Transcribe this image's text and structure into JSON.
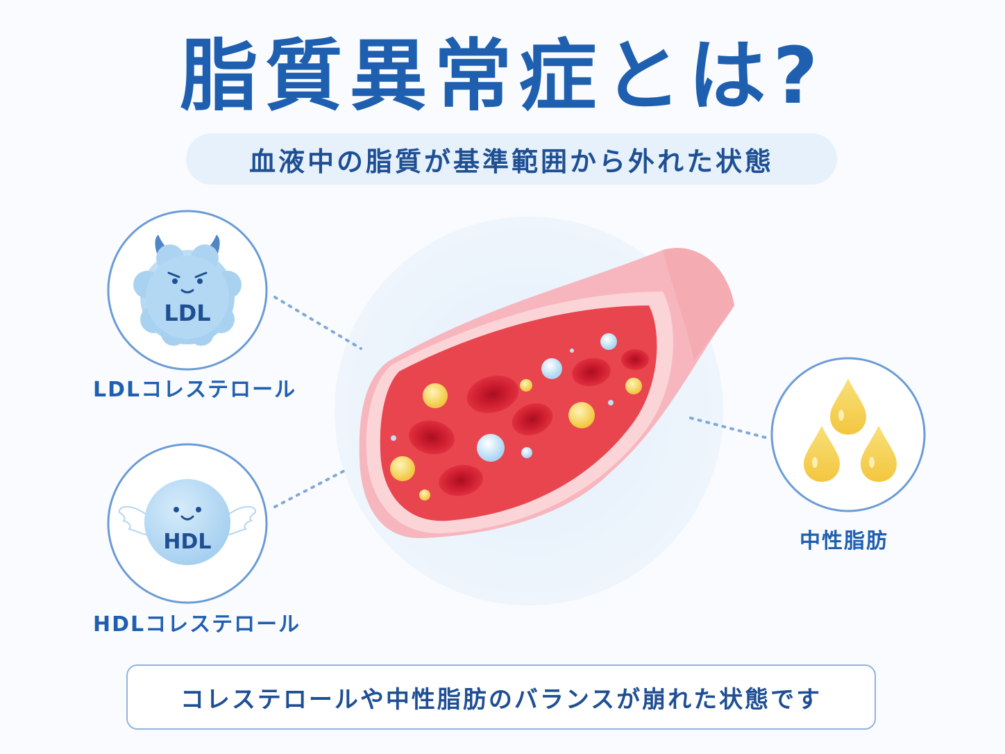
{
  "title": "脂質異常症とは?",
  "subtitle": "血液中の脂質が基準範囲から外れた状態",
  "ldl": {
    "badge_text": "LDL",
    "caption": "LDLコレステロール",
    "icon": "devil-cloud-icon"
  },
  "hdl": {
    "badge_text": "HDL",
    "caption": "HDLコレステロール",
    "icon": "angel-ball-icon"
  },
  "triglyceride": {
    "caption": "中性脂肪",
    "icon": "oil-drops-icon"
  },
  "vessel": {
    "icon": "blood-vessel-icon"
  },
  "bottom_note": "コレステロールや中性脂肪のバランスが崩れた状態です",
  "colors": {
    "primary": "#1f5fb0",
    "pill_bg": "#e6f1fb",
    "vessel_outer": "#f7b9bf",
    "blood": "#e34a55",
    "rbc": "#d31f32",
    "fat": "#f7d24f",
    "ldl_blue": "#9fcdf0"
  }
}
